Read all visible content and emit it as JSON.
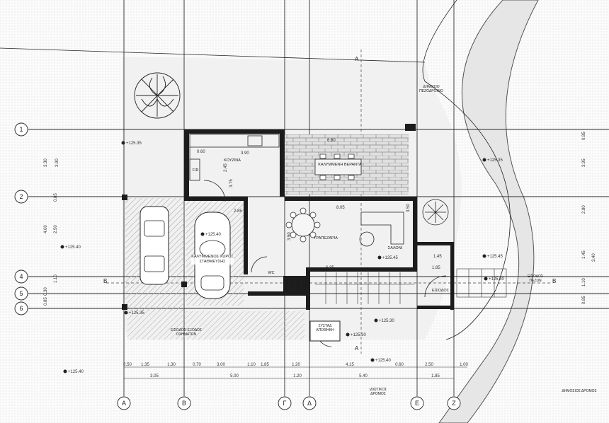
{
  "grid_rows": [
    "1",
    "2",
    "4",
    "5",
    "6"
  ],
  "grid_cols": [
    "A",
    "B",
    "Γ",
    "Δ",
    "E",
    "Z"
  ],
  "section_markers": {
    "a_top": "A",
    "a_bottom": "A",
    "b_left": "B",
    "b_right": "B"
  },
  "rooms": {
    "kitchen": "ΚΟΥΖΙΝΑ",
    "veranda": "ΚΑΛΥΜΜΕΝΗ ΒΕΡΑΝΤΑ",
    "dining": "ΤΡΑΠΕΖΑΡΙΑ",
    "living": "ΣΑΛΟΝΙ",
    "parking": "ΚΑΛΥΜΜΕΝΟΣ ΧΩΡΟΣ ΣΤΑΘΜΕΥΣΗΣ",
    "wc": "WC",
    "fridge": "F/R",
    "storage": "ΣΥΣΤΑΔ ΑΠΟΘΗΚΗ",
    "entrance": "ΕΙΣΟΔΟΣ",
    "vehicle_entrance": "ΕΙΣΟΔΟΣ-ΕΞΟΔΟΣ ΟΧΗΜΑΤΩΝ",
    "ped_entrance": "ΕΙΣΟΔΟΣ ΠΕΖΩΝ",
    "public_sidewalk": "ΔΗΜΟΣΙΟ ΠΕΖΟΔΡΟΜΙΟ",
    "adjacent_road": "ΙΔΙΩΤΙΚΟΣ ΔΡΟΜΟΣ",
    "public_road": "ΔΗΜΟΣΙΟΣ ΔΡΟΜΟΣ"
  },
  "levels": [
    "+125.35",
    "+125.40",
    "+125.40",
    "+125.45",
    "+125.30",
    "+125.30",
    "+125.45",
    "+125.35",
    "+125.30",
    "+125.40",
    "+125.40",
    "+125.35"
  ],
  "dims_top_row": [
    "0.50",
    "1.35",
    "1.30",
    "0.70",
    "3.00",
    "1.10",
    "1.85",
    "1.20",
    "4.15",
    "0.60",
    "2.50",
    "1.00"
  ],
  "dims_bottom_row": [
    "3.05",
    "5.00",
    "1.20",
    "5.40",
    "1.85"
  ],
  "dims_interior": [
    "3.90",
    "0.60",
    "6.80",
    "8.05",
    "6.35",
    "1.85",
    "2.45",
    "3.75",
    "3.50",
    "3.50",
    "1.45",
    "2.85"
  ],
  "dims_left": [
    "3.30",
    "3.90",
    "4.00",
    "2.50",
    "0.85",
    "1.10",
    "0.30",
    "0.85"
  ],
  "dims_right": [
    "0.85",
    "3.95",
    "2.80",
    "1.45",
    "3.40",
    "1.10",
    "0.85"
  ],
  "colors": {
    "line": "#1c1c1c",
    "hatch": "#9a9a9a",
    "road": "#e9e9e9",
    "road_curve": "#8a8a8a"
  }
}
